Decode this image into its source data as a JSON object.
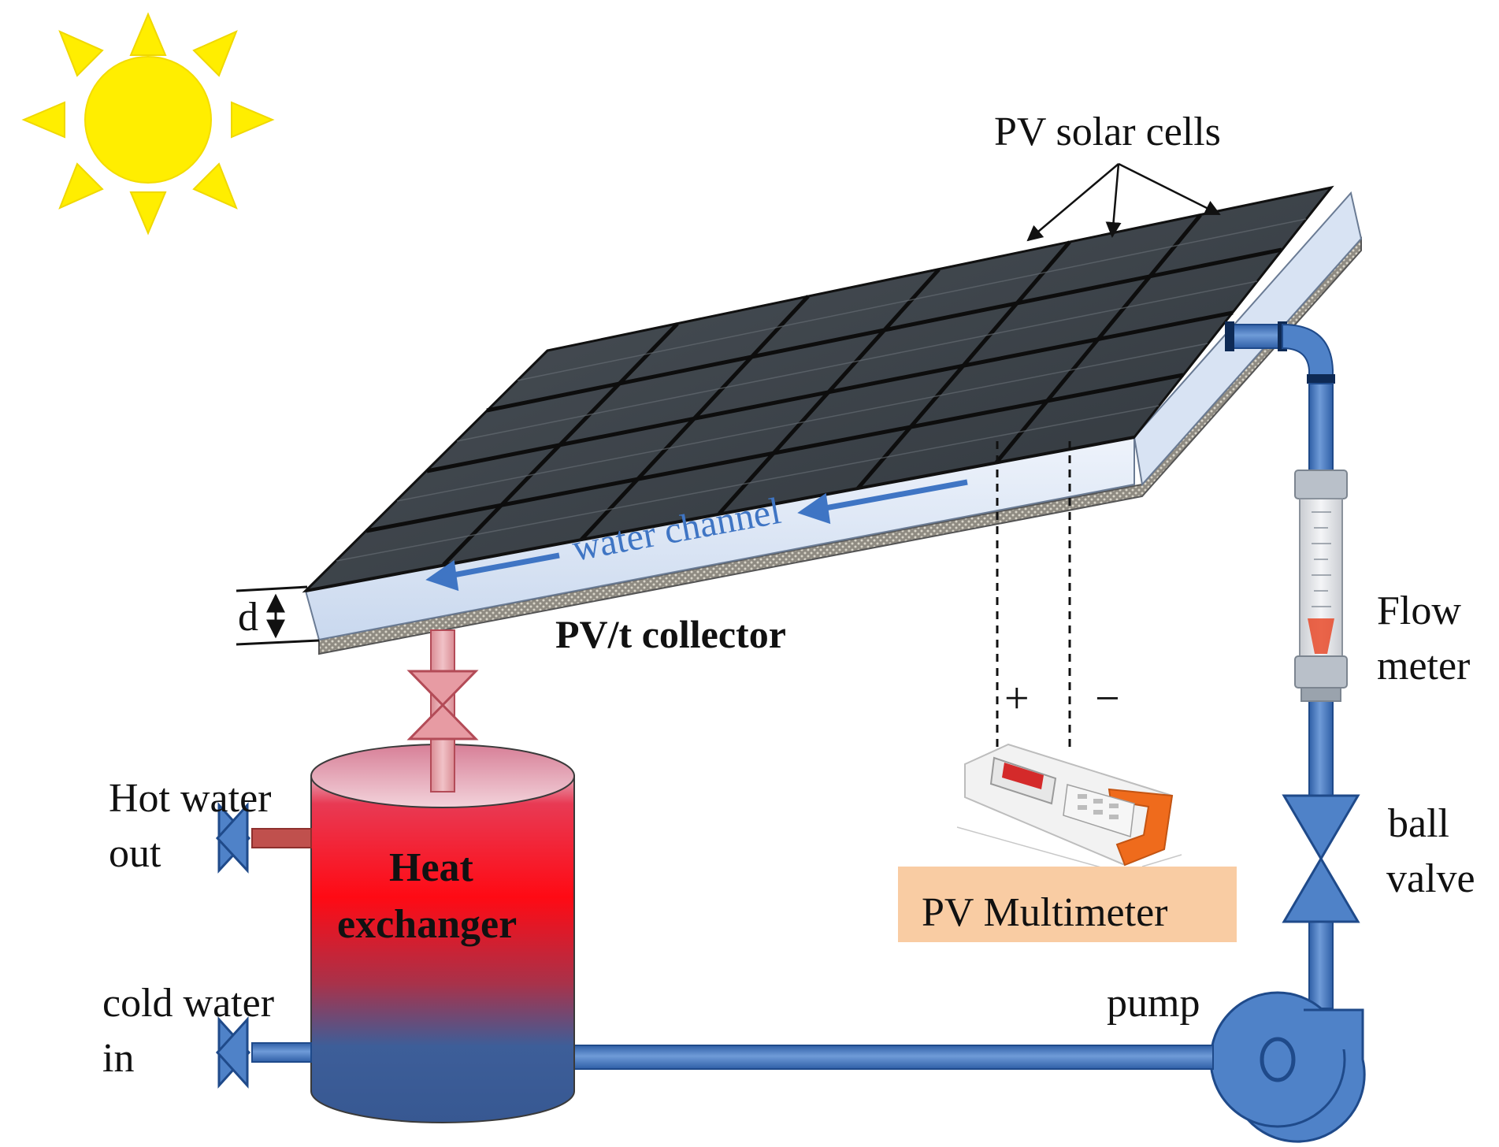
{
  "diagram": {
    "labels": {
      "pv_solar_cells": "PV solar cells",
      "water_channel": "water channel",
      "thickness": "d",
      "collector": "PV/t collector",
      "hot_water_out_1": "Hot water",
      "hot_water_out_2": "out",
      "cold_water_in_1": "cold water",
      "cold_water_in_2": "in",
      "heat_exchanger_1": "Heat",
      "heat_exchanger_2": "exchanger",
      "flow_meter_1": "Flow",
      "flow_meter_2": "meter",
      "ball_valve_1": "ball",
      "ball_valve_2": "valve",
      "pump": "pump",
      "plus": "+",
      "minus": "−",
      "multimeter": "PV Multimeter"
    },
    "colors": {
      "sun": "#ffee00",
      "panel": "#3b4147",
      "panel_grid": "#111111",
      "water_channel": "#dfe9f7",
      "cold_pipe": "#4a7cc4",
      "hot_pipe": "#c0504d",
      "tank_top": "#e8102a",
      "tank_bottom": "#3b5f98",
      "multimeter_box": "#f9cca3",
      "pump": "#4f7fc4"
    }
  }
}
